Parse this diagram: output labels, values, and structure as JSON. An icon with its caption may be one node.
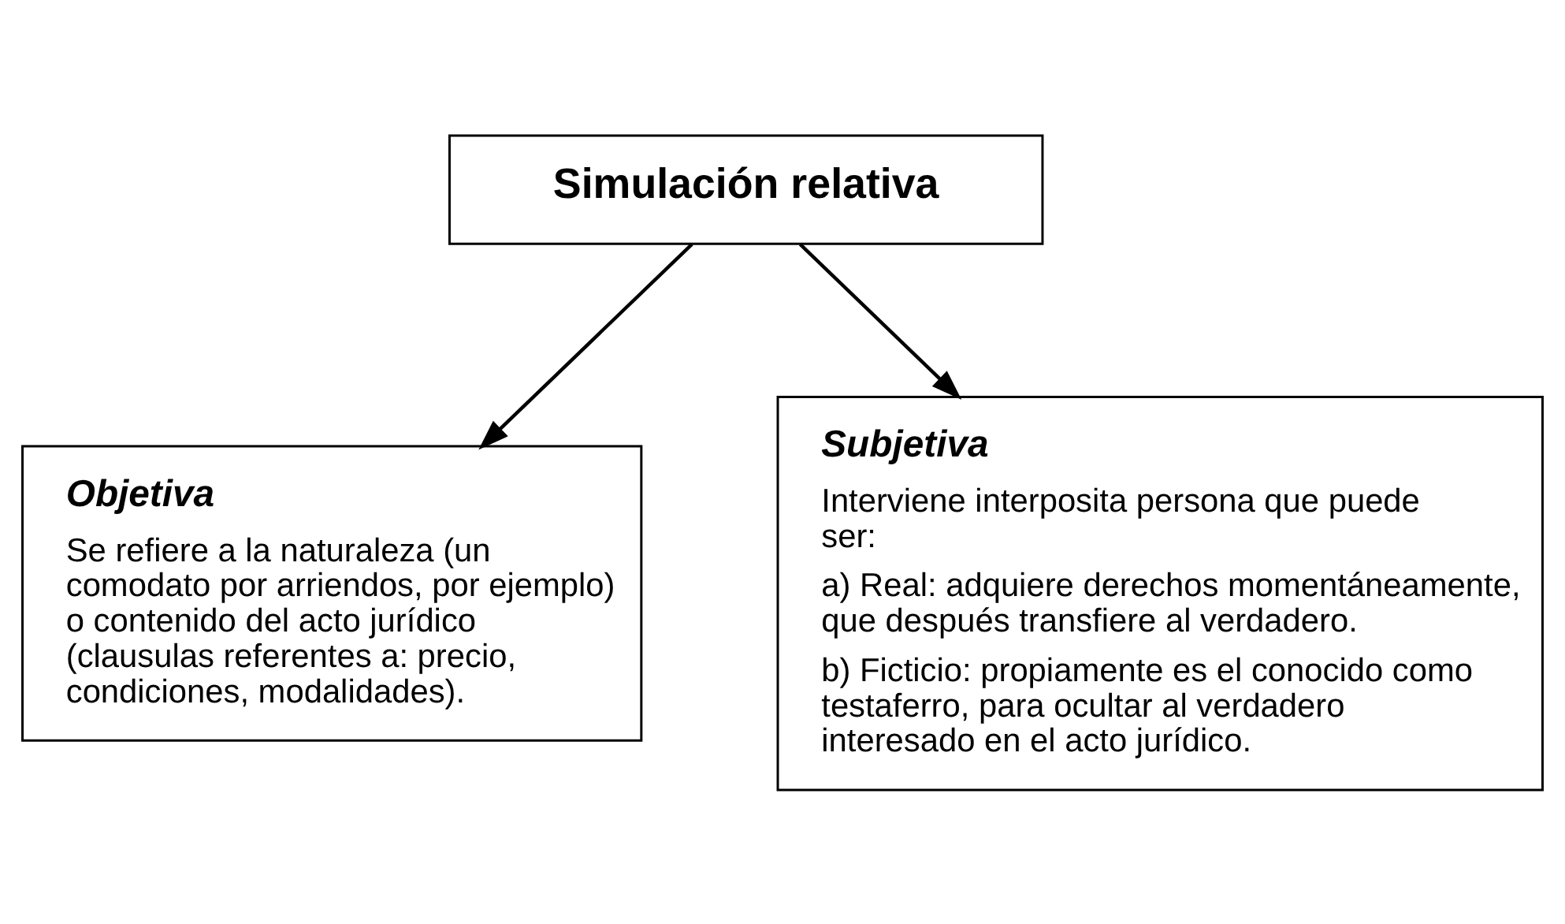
{
  "diagram": {
    "nodes": [
      {
        "text": [
          "Simulación relativa"
        ]
      },
      {
        "text": [
          "Objetiva",
          "Se refiere a la naturaleza (un comodato por arriendos, por ejemplo) o contenido del acto jurídico (clausulas referentes a: precio, condiciones, modalidades)."
        ]
      },
      {
        "text": [
          "Subjetiva",
          "Interviene interposita persona que puede ser:",
          "a) Real: adquiere derechos momentáneamente, que después transfiere al verdadero.",
          "b) Ficticio: propiamente es el conocido como testaferro, para ocultar al verdadero interesado en el acto jurídico."
        ]
      }
    ],
    "edges": [
      {
        "from": 0,
        "to": 1,
        "arrow": "to"
      },
      {
        "from": 0,
        "to": 2,
        "arrow": "to"
      }
    ]
  }
}
